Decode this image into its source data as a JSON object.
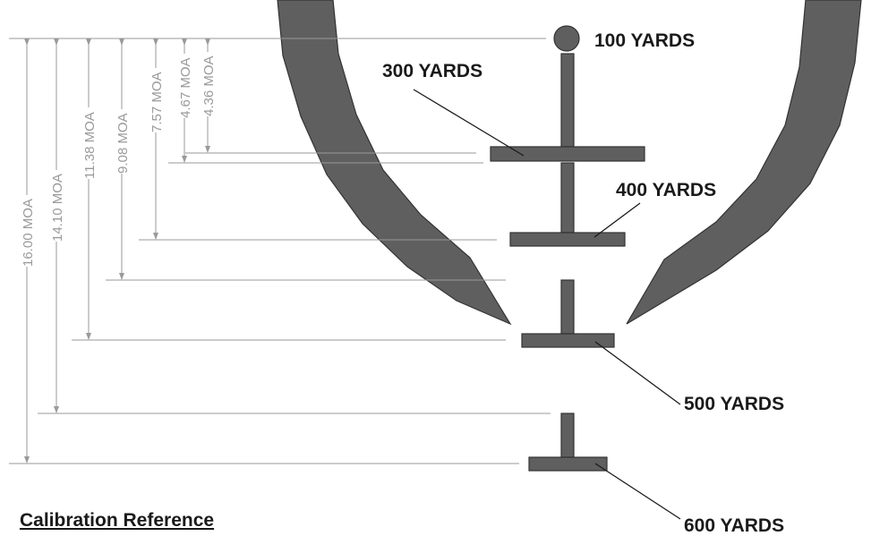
{
  "title": "Calibration Reference",
  "colors": {
    "reticle": "#5f5f5f",
    "outline": "#333333",
    "guide": "#9a9a9a",
    "text": "#1a1a1a"
  },
  "ranges": [
    {
      "label": "100 YARDS",
      "marker": "dot"
    },
    {
      "label": "300 YARDS",
      "marker": "bar"
    },
    {
      "label": "400 YARDS",
      "marker": "bar"
    },
    {
      "label": "500 YARDS",
      "marker": "bar"
    },
    {
      "label": "600 YARDS",
      "marker": "bar"
    }
  ],
  "moa_markers": [
    {
      "label": "4.36 MOA"
    },
    {
      "label": "4.67 MOA"
    },
    {
      "label": "7.57 MOA"
    },
    {
      "label": "9.08 MOA"
    },
    {
      "label": "11.38 MOA"
    },
    {
      "label": "14.10 MOA"
    },
    {
      "label": "16.00 MOA"
    }
  ]
}
